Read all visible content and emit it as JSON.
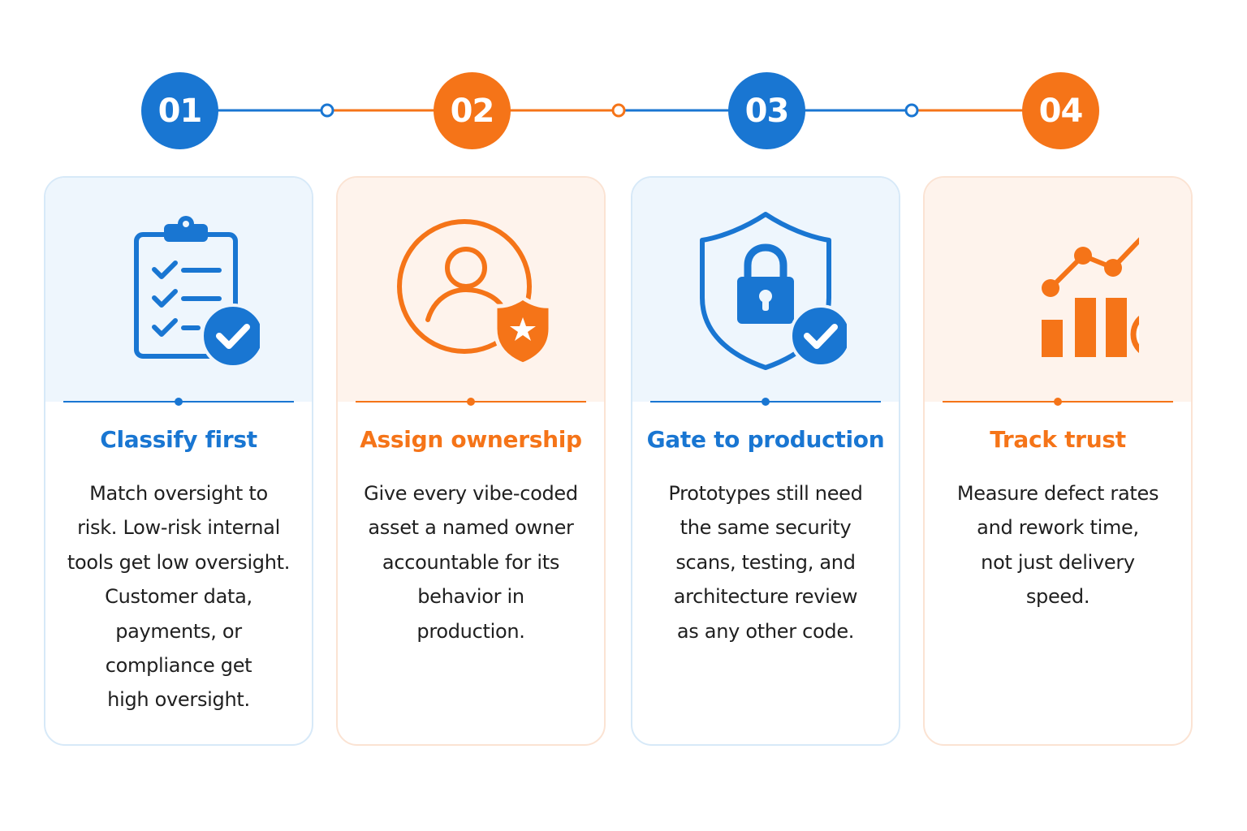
{
  "colors": {
    "blue": "#1976d2",
    "orange": "#f57418"
  },
  "steps": [
    {
      "number": "01",
      "title": "Classify first",
      "lines": [
        "Match oversight to",
        "risk. Low-risk internal",
        "tools get low oversight.",
        "Customer data,",
        "payments, or",
        "compliance get",
        "high oversight."
      ],
      "icon": "clipboard-check-icon",
      "accent": "blue"
    },
    {
      "number": "02",
      "title": "Assign ownership",
      "lines": [
        "Give every vibe-coded",
        "asset a named owner",
        "accountable for its",
        "behavior in",
        "production."
      ],
      "icon": "user-shield-star-icon",
      "accent": "orange"
    },
    {
      "number": "03",
      "title": "Gate to production",
      "lines": [
        "Prototypes still need",
        "the same security",
        "scans, testing, and",
        "architecture review",
        "as any other code."
      ],
      "icon": "shield-lock-check-icon",
      "accent": "blue"
    },
    {
      "number": "04",
      "title": "Track trust",
      "lines": [
        "Measure defect rates",
        "and rework time,",
        "not just delivery",
        "speed."
      ],
      "icon": "chart-magnifier-icon",
      "accent": "orange"
    }
  ]
}
